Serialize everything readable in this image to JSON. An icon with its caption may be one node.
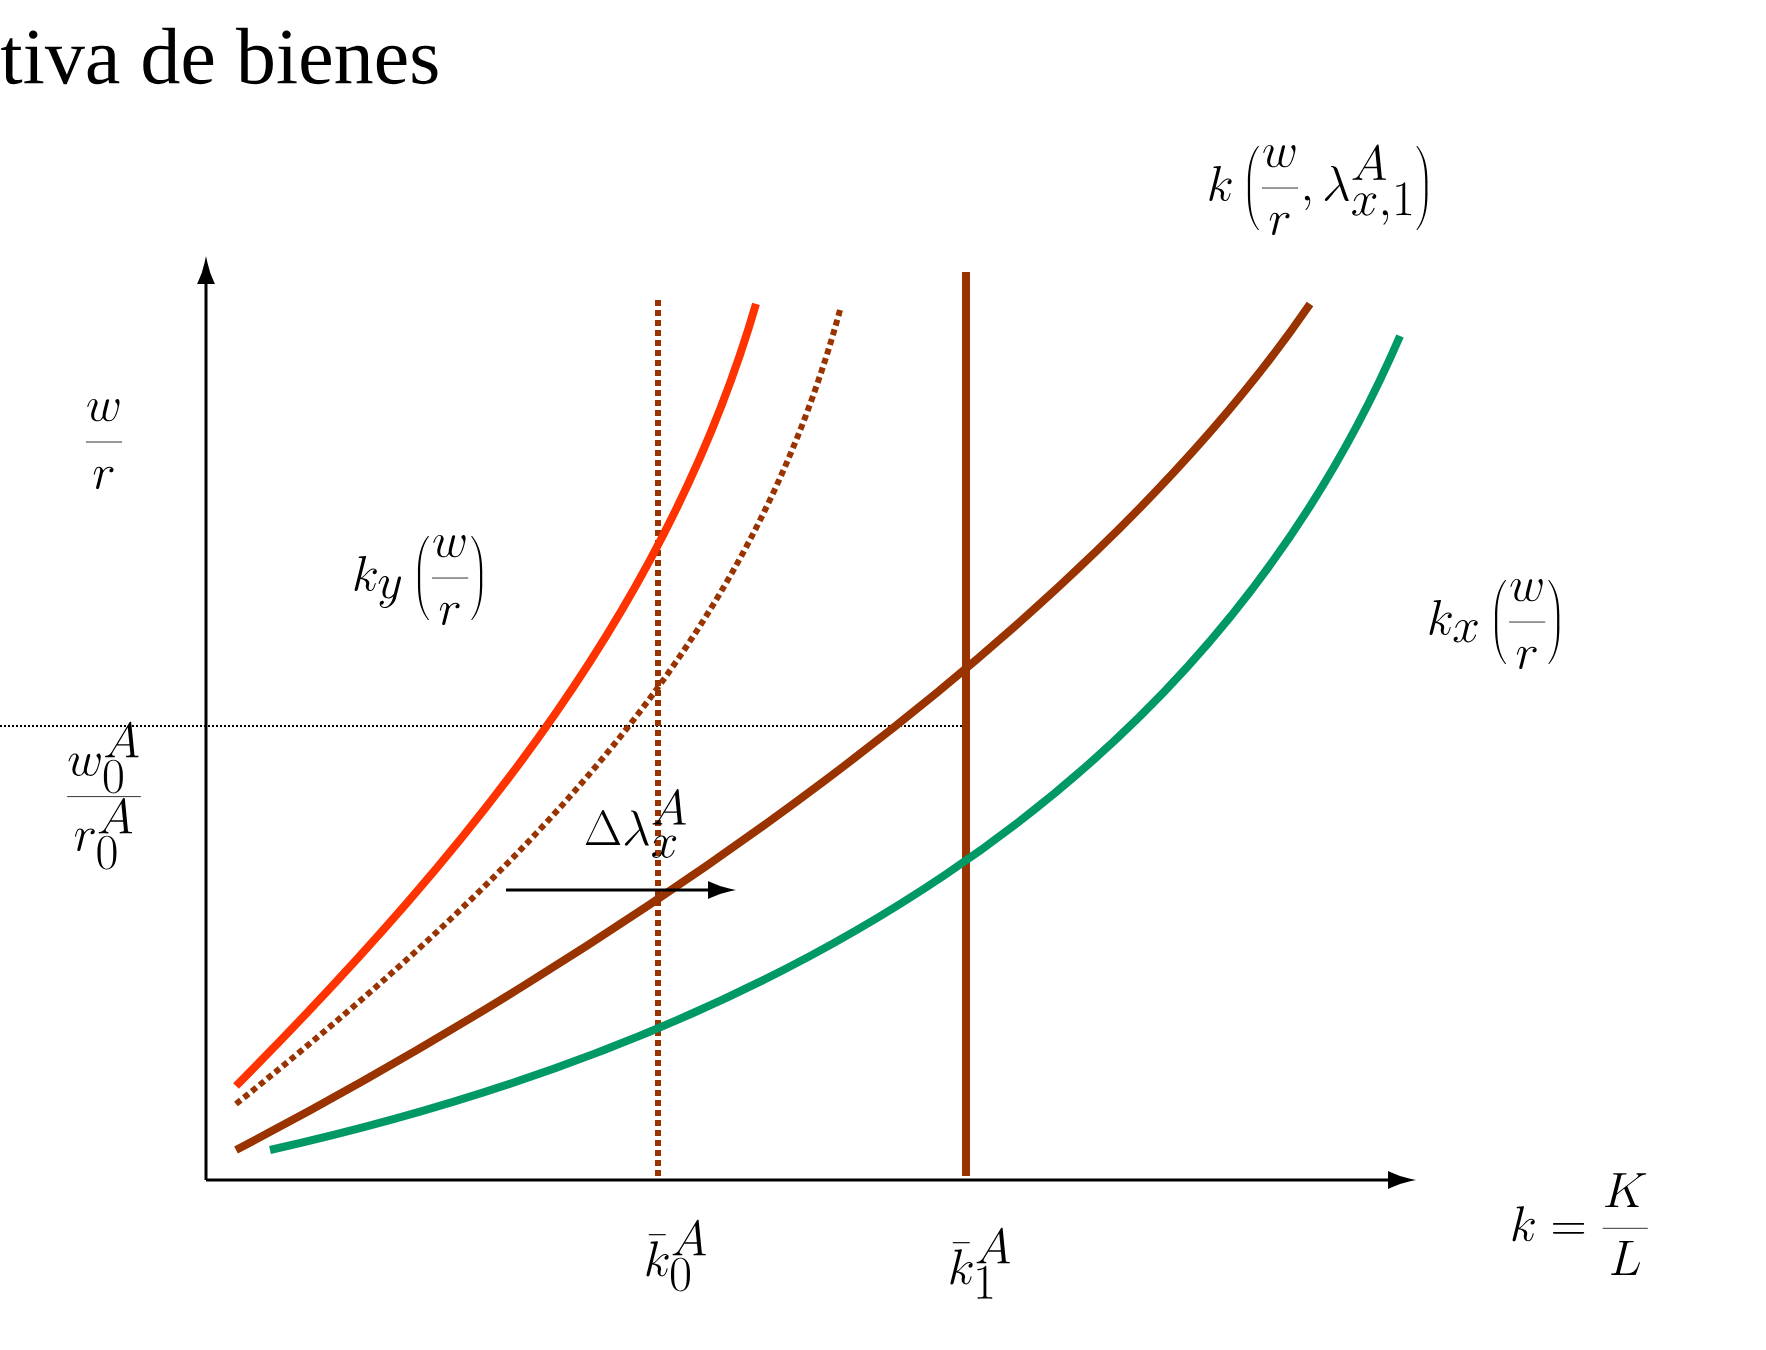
{
  "diagram": {
    "title": "tiva de bienes",
    "labels": [
      "k\\left(\\frac{w}{r},\\lambda_{x,1}^{A}\\right)",
      "\\frac{w}{r}",
      "k_{y}\\left(\\frac{w}{r}\\right)",
      "k_{x}\\left(\\frac{w}{r}\\right)",
      "\\frac{w_{0}^{A}}{r_{0}^{A}}",
      "\\Delta\\lambda_{x}^{A}",
      "k=\\frac{K}{L}",
      "\\bar{k}_{0}^{A}",
      "\\bar{k}_{1}^{A}"
    ]
  }
}
